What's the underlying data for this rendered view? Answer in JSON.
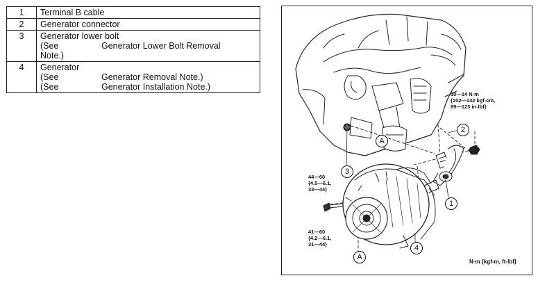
{
  "parts": [
    {
      "num": "1",
      "lines": [
        {
          "text": "Terminal B cable"
        }
      ]
    },
    {
      "num": "2",
      "lines": [
        {
          "text": "Generator connector"
        }
      ]
    },
    {
      "num": "3",
      "lines": [
        {
          "text": "Generator lower bolt"
        },
        {
          "see": "(See",
          "text": "Generator Lower Bolt Removal"
        },
        {
          "text": "Note.)"
        }
      ]
    },
    {
      "num": "4",
      "lines": [
        {
          "text": "Generator"
        },
        {
          "see": "(See",
          "text": "Generator Removal Note.)"
        },
        {
          "see": "(See",
          "text": "Generator Installation Note.)"
        }
      ]
    }
  ],
  "figure": {
    "callouts": {
      "c1": "1",
      "c2": "2",
      "c3": "3",
      "c4": "4",
      "cA1": "A",
      "cA2": "A"
    },
    "torque_nut": "10—14 N·m\n{102—142 kgf-cm,\n89—123 in-lbf}",
    "torque_lower": "44—60\n{4.5—6.1,\n33—44}",
    "torque_upper": "41—60\n{4.2—6.1,\n31—44}",
    "units": "N·m {kgf-m, ft-lbf}"
  }
}
